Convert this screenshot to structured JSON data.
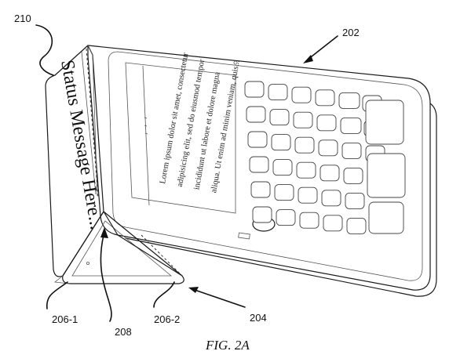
{
  "figure": {
    "caption": "FIG. 2A",
    "status_message": "Status Message Here...",
    "screen_text": [
      "Lorem ipsum dolor sit amet, consectetur",
      "adipisicing elit, sed do eiusmod tempor",
      "incididunt ut labore et dolore magna",
      "aliqua. Ut enim ad minim veniam, quis..."
    ],
    "labels": {
      "ref_202": "202",
      "ref_204": "204",
      "ref_206_1": "206-1",
      "ref_206_2": "206-2",
      "ref_208": "208",
      "ref_210": "210"
    }
  }
}
